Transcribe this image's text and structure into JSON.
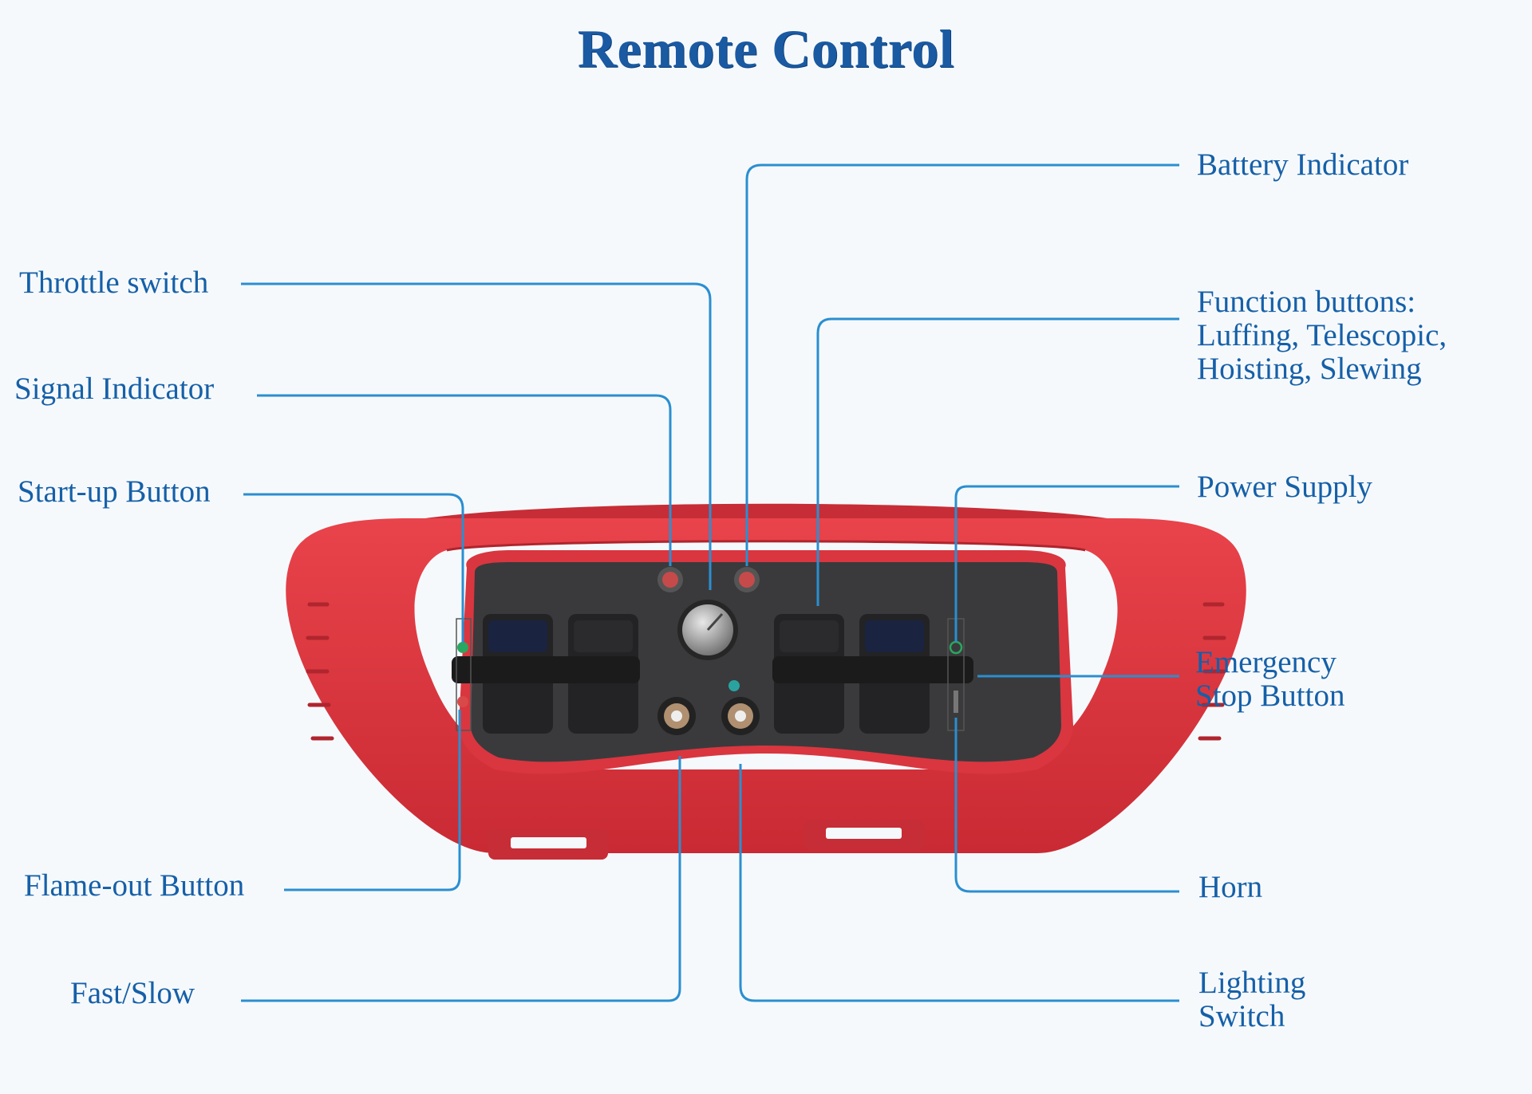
{
  "title": "Remote Control",
  "colors": {
    "title": "#1a5aa2",
    "label": "#1560a8",
    "leader": "#2a8fd0",
    "body": "#e23840",
    "panel": "#3b3b3d"
  },
  "labels": {
    "throttle": [
      "Throttle switch"
    ],
    "signal": [
      "Signal Indicator"
    ],
    "startup": [
      "Start-up Button"
    ],
    "flameout": [
      "Flame-out Button"
    ],
    "fastslow": [
      "Fast/Slow"
    ],
    "battery": [
      "Battery Indicator"
    ],
    "function": [
      "Function buttons:",
      "Luffing, Telescopic,",
      "Hoisting, Slewing"
    ],
    "power": [
      "Power Supply"
    ],
    "estop": [
      "Emergency",
      "Stop Button"
    ],
    "horn": [
      "Horn"
    ],
    "lighting": [
      "Lighting",
      "Switch"
    ]
  }
}
